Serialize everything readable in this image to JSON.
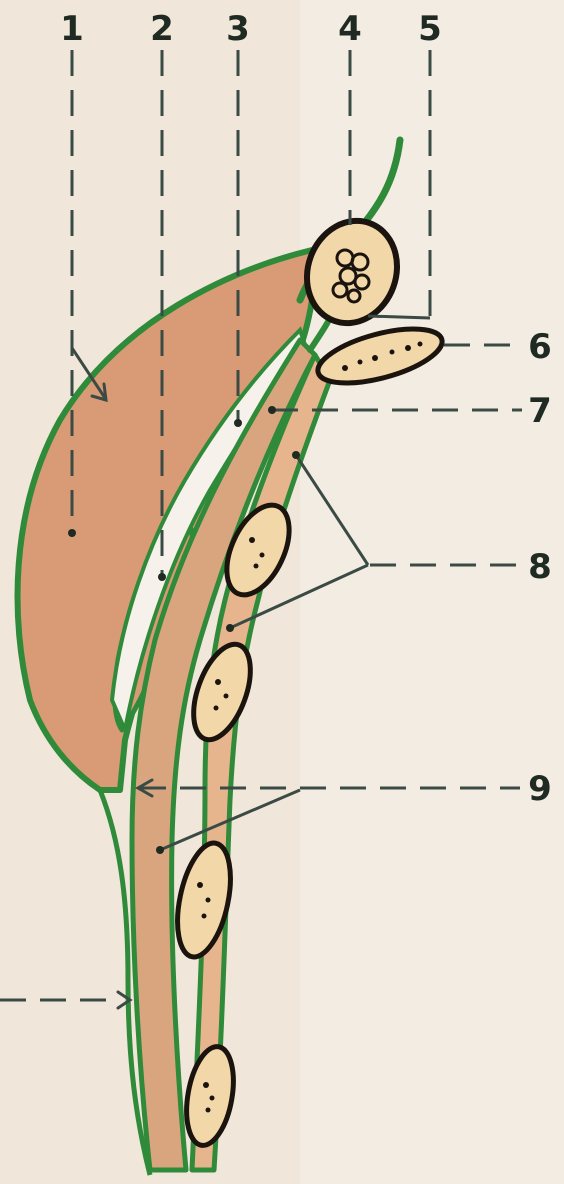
{
  "colors": {
    "background": "#f3ece2",
    "outline": "#2f8a3a",
    "tissue": "#d99a76",
    "tissue_light": "#e7b58d",
    "leader": "#3a4a44",
    "nucleus_body": "#f2d7a8",
    "nucleus_outline": "#1b140e"
  },
  "labels": {
    "l1": "1",
    "l2": "2",
    "l3": "3",
    "l4": "4",
    "l5": "5",
    "l6": "6",
    "l7": "7",
    "l8": "8",
    "l9": "9"
  }
}
